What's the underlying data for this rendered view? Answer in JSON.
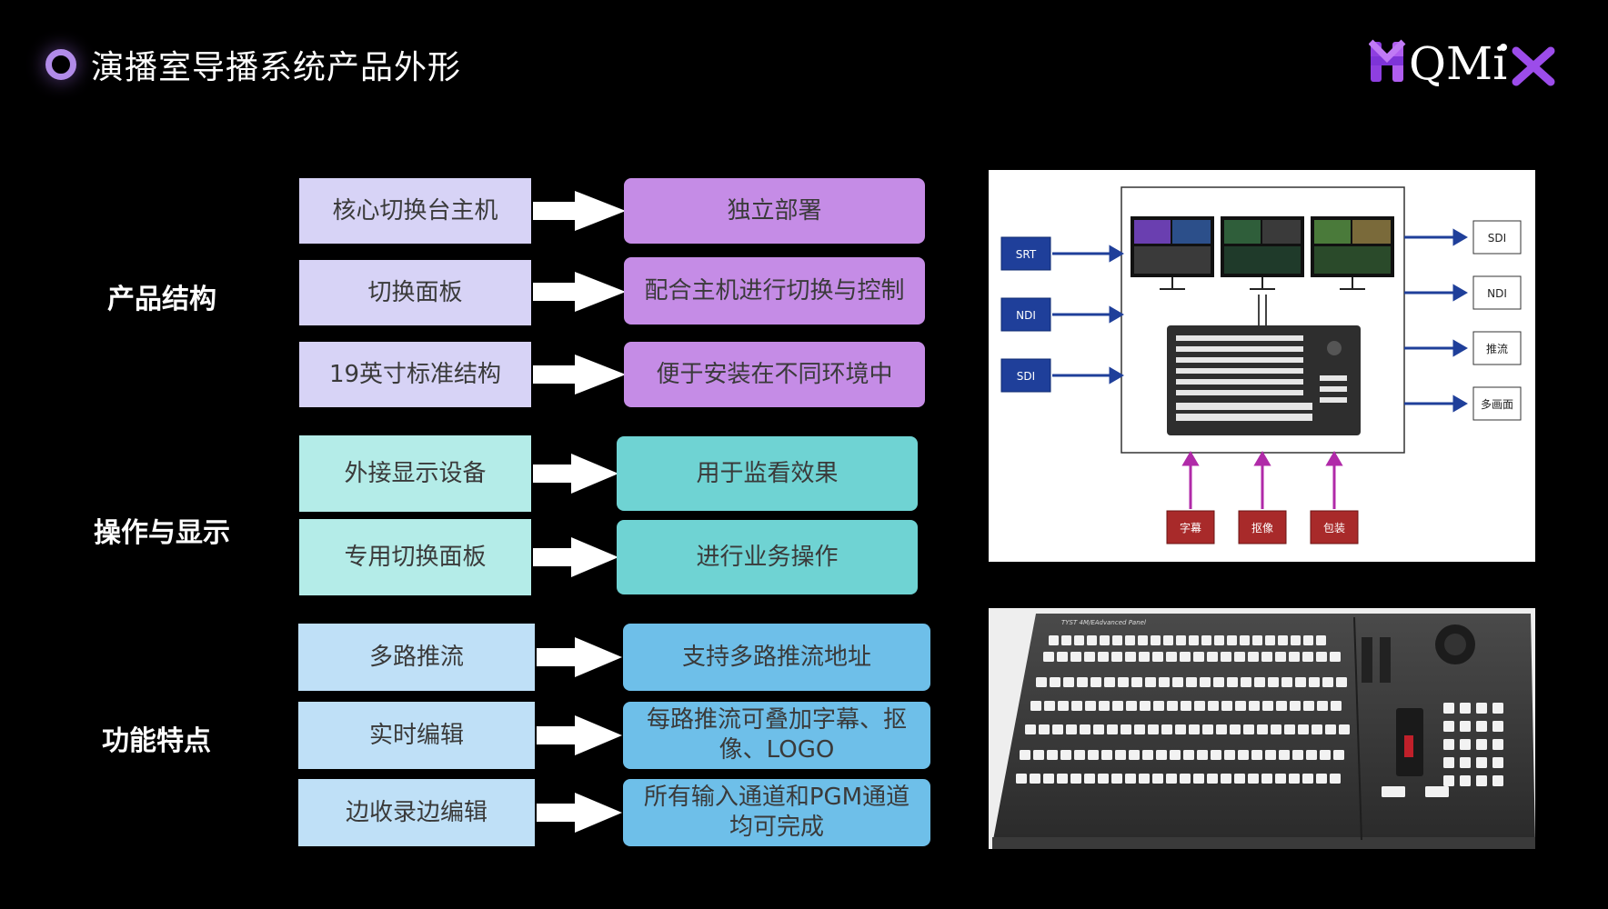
{
  "header": {
    "title": "演播室导播系统产品外形",
    "logo_text": "QMix"
  },
  "groups": [
    {
      "label": "产品结构",
      "rows": [
        {
          "left": "核心切换台主机",
          "right": "独立部署"
        },
        {
          "left": "切换面板",
          "right": "配合主机进行切换与控制"
        },
        {
          "left": "19英寸标准结构",
          "right": "便于安装在不同环境中"
        }
      ]
    },
    {
      "label": "操作与显示",
      "rows": [
        {
          "left": "外接显示设备",
          "right": "用于监看效果"
        },
        {
          "left": "专用切换面板",
          "right": "进行业务操作"
        }
      ]
    },
    {
      "label": "功能特点",
      "rows": [
        {
          "left": "多路推流",
          "right": "支持多路推流地址"
        },
        {
          "left": "实时编辑",
          "right": "每路推流可叠加字幕、抠像、LOGO"
        },
        {
          "left": "边收录边编辑",
          "right": "所有输入通道和PGM通道均可完成"
        }
      ]
    }
  ],
  "diagram": {
    "inputs": [
      "SRT",
      "NDI",
      "SDI"
    ],
    "outputs": [
      "SDI",
      "NDI",
      "推流",
      "多画面"
    ],
    "bottom": [
      "字幕",
      "抠像",
      "包装"
    ]
  },
  "photo": {
    "panel_caption": "TYST 4M/EAdvanced Panel"
  },
  "colors": {
    "purple_left": "#d7d3f6",
    "purple_right": "#c58ce6",
    "teal_left": "#b4ece8",
    "teal_right": "#6fd3d3",
    "blue_left": "#bfe0f7",
    "blue_right": "#6ebfe9",
    "diagram_blue": "#1f3f9a",
    "diagram_red": "#a82a2a",
    "diagram_arrow_purple": "#b02aa8"
  }
}
